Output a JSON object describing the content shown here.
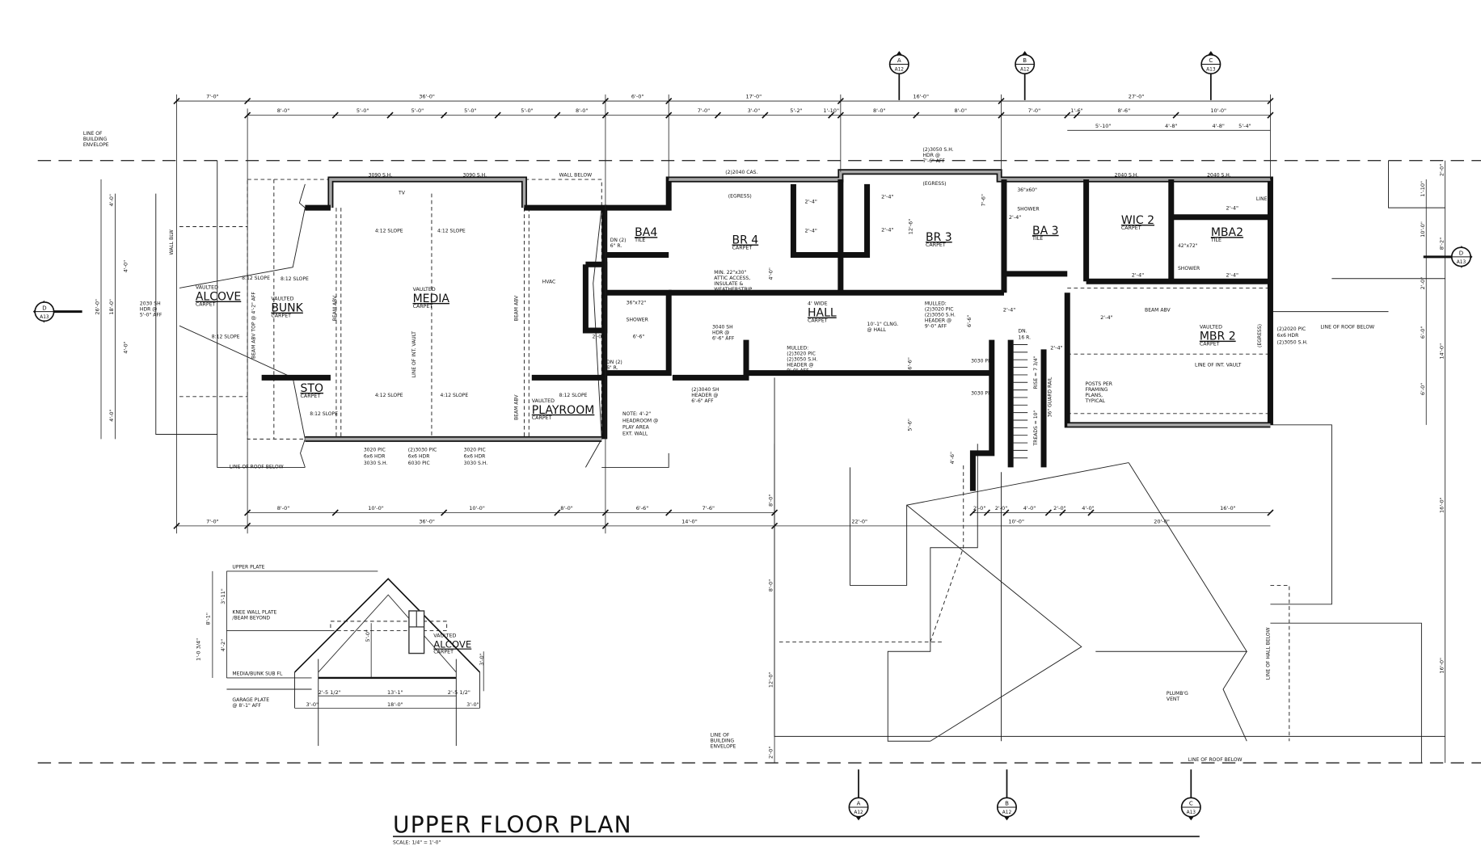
{
  "drawing": {
    "title": "UPPER FLOOR PLAN",
    "scale": "SCALE: 1/4\" = 1'-0\"",
    "rooms": [
      {
        "prefix": "VAULTED",
        "name": "ALCOVE",
        "finish": "CARPET"
      },
      {
        "prefix": "VAULTED",
        "name": "BUNK",
        "finish": "CARPET"
      },
      {
        "prefix": "VAULTED",
        "name": "MEDIA",
        "finish": "CARPET"
      },
      {
        "prefix": "",
        "name": "STO",
        "finish": "CARPET"
      },
      {
        "prefix": "VAULTED",
        "name": "PLAYROOM",
        "finish": "CARPET"
      },
      {
        "prefix": "",
        "name": "BA4",
        "finish": "TILE"
      },
      {
        "prefix": "",
        "name": "BR 4",
        "finish": "CARPET"
      },
      {
        "prefix": "",
        "name": "BR 3",
        "finish": "CARPET"
      },
      {
        "prefix": "",
        "name": "BA 3",
        "finish": "TILE"
      },
      {
        "prefix": "",
        "name": "WIC 2",
        "finish": "CARPET"
      },
      {
        "prefix": "",
        "name": "MBA2",
        "finish": "TILE"
      },
      {
        "prefix": "4' WIDE",
        "name": "HALL",
        "finish": "CARPET"
      },
      {
        "prefix": "VAULTED",
        "name": "MBR 2",
        "finish": "CARPET"
      }
    ],
    "notes": [
      "LINE OF",
      "BUILDING",
      "ENVELOPE",
      "WALL BELOW",
      "3090 S.H.",
      "3090 S.H.",
      "TV",
      "WALL BLW",
      "2030 SH",
      "HDR @",
      "5'-0\" AFF",
      "BEAM ABV TOP @ 4'-2\" AFF",
      "BEAM ABV",
      "LINE OF INT. VAULT",
      "BEAM ABV",
      "BEAM ABV",
      "4:12 SLOPE",
      "4:12 SLOPE",
      "4:12 SLOPE",
      "4:12 SLOPE",
      "8:12 SLOPE",
      "8:12 SLOPE",
      "8:12 SLOPE",
      "8:12 SLOPE",
      "8:12 SLOPE",
      "3020 PIC",
      "6x6 HDR",
      "3030 S.H.",
      "(2)3030 PIC",
      "6x6 HDR",
      "6030 PIC",
      "3020 PIC",
      "6x6 HDR",
      "3030 S.H.",
      "LINE OF ROOF BELOW",
      "NOTE: 4'-2\"",
      "HEADROOM @",
      "PLAY AREA",
      "EXT. WALL",
      "HVAC",
      "DN (2)",
      "6\" R.",
      "DN (2)",
      "6\" R.",
      "36\"x72\"",
      "SHOWER",
      "2'-0\"",
      "6'-6\"",
      "(2)2040 CAS.",
      "(EGRESS)",
      "(2)3050 S.H.",
      "HDR @",
      "7'-6\" AFF",
      "(EGRESS)",
      "MIN. 22\"x30\"",
      "ATTIC ACCESS,",
      "INSULATE &",
      "WEATHERSTRIP",
      "3040 SH",
      "HDR @",
      "6'-6\" AFF",
      "(2)3040 SH",
      "HEADER @",
      "6'-6\" AFF",
      "MULLED:",
      "(2)3020 PIC",
      "(2)3050 S.H.",
      "HEADER @",
      "9'-0\" AFF",
      "10'-1\" CLNG.",
      "@ HALL",
      "MULLED:",
      "(2)3020 PIC",
      "(2)3050 S.H.",
      "HEADER @",
      "9'-0\" AFF",
      "3030 PIC",
      "3030 PIC",
      "36\"x60\"",
      "SHOWER",
      "2040 S.H.",
      "2040 S.H.",
      "LINEN",
      "42\"x72\"",
      "SHOWER",
      "DN.",
      "16 R.",
      "RISE = 7 3/4\"",
      "TREADS = 10\"",
      "36\" GUARD RAIL",
      "BEAM ABV",
      "(EGRESS)",
      "LINE OF INT. VAULT",
      "POSTS PER",
      "FRAMING",
      "PLANS,",
      "TYPICAL",
      "(2)2020 PIC",
      "6x6 HDR",
      "(2)3050 S.H.",
      "LINE OF ROOF BELOW",
      "LINE OF ROOF BELOW",
      "LINE OF HALL BELOW",
      "PLUMB'G",
      "VENT",
      "LINE OF",
      "BUILDING",
      "ENVELOPE"
    ],
    "section_detail": {
      "labels": [
        "UPPER PLATE",
        "KNEE WALL PLATE",
        "/BEAM BEYOND",
        "MEDIA/BUNK SUB FL",
        "GARAGE PLATE",
        "@ 8'-1\" AFF"
      ],
      "room": {
        "prefix": "VAULTED",
        "name": "ALCOVE",
        "finish": "CARPET"
      },
      "dims": [
        "3'-11\"",
        "4'-2\"",
        "8'-1\"",
        "1'-0 3/4\"",
        "5'-0\"",
        "3'-0\"",
        "2'-5 1/2\"",
        "13'-1\"",
        "2'-5 1/2\"",
        "3'-0\"",
        "18'-0\"",
        "3'-0\""
      ]
    },
    "dims_top_overall": [
      "7'-0\"",
      "36'-0\"",
      "6'-0\"",
      "17'-0\"",
      "16'-0\"",
      "27'-0\""
    ],
    "dims_top_sub": [
      "8'-0\"",
      "5'-0\"",
      "5'-0\"",
      "5'-0\"",
      "5'-0\"",
      "8'-0\"",
      "7'-0\"",
      "3'-0\"",
      "5'-2\"",
      "1'-10\"",
      "8'-0\"",
      "8'-0\"",
      "7'-0\"",
      "1'-6\"",
      "8'-6\"",
      "10'-0\""
    ],
    "dims_top_third": [
      "5'-10\"",
      "4'-8\"",
      "4'-8\"",
      "5'-4\""
    ],
    "dims_bottom_overall": [
      "7'-0\"",
      "36'-0\"",
      "14'-0\""
    ],
    "dims_bottom_sub": [
      "8'-0\"",
      "10'-0\"",
      "10'-0\"",
      "8'-0\"",
      "6'-6\"",
      "7'-6\""
    ],
    "dims_bottom_right_sub": [
      "2'-0\"",
      "2'-0\"",
      "4'-0\"",
      "2'-0\"",
      "4'-0\"",
      "16'-0\""
    ],
    "dims_bottom_right_overall": [
      "22'-0\"",
      "10'-0\"",
      "20'-0\""
    ],
    "dims_left": [
      "26'-0\"",
      "18'-0\"",
      "4'-0\"",
      "4'-0\"",
      "4'-0\"",
      "4'-0\""
    ],
    "dims_right": [
      "2'-0\"",
      "1'-10\"",
      "10'-0\"",
      "8'-2\"",
      "2'-0\"",
      "6'-0\"",
      "14'-0\"",
      "6'-0\"",
      "16'-0\"",
      "16'-0\""
    ],
    "dims_mid": [
      "8'-0\"",
      "8'-0\"",
      "12'-0\"",
      "2'-0\"",
      "7'-6\"",
      "12'-6\"",
      "4'-0\"",
      "6'-6\"",
      "5'-6\"",
      "6'-6\"",
      "4'-6\""
    ],
    "door_sizes": [
      "2'-4\"",
      "2'-4\"",
      "2'-4\"",
      "2'-4\"",
      "2'-4\"",
      "2'-4\"",
      "2'-4\"",
      "2'-4\"",
      "2'-4\"",
      "2'-4\"",
      "2'-4\"",
      "2'-4\""
    ],
    "section_markers": [
      {
        "letter": "D",
        "sheet": "A13"
      },
      {
        "letter": "D",
        "sheet": "A13"
      },
      {
        "letter": "A",
        "sheet": "A12"
      },
      {
        "letter": "B",
        "sheet": "A12"
      },
      {
        "letter": "C",
        "sheet": "A13"
      },
      {
        "letter": "A",
        "sheet": "A12"
      },
      {
        "letter": "B",
        "sheet": "A12"
      },
      {
        "letter": "C",
        "sheet": "A13"
      }
    ]
  }
}
